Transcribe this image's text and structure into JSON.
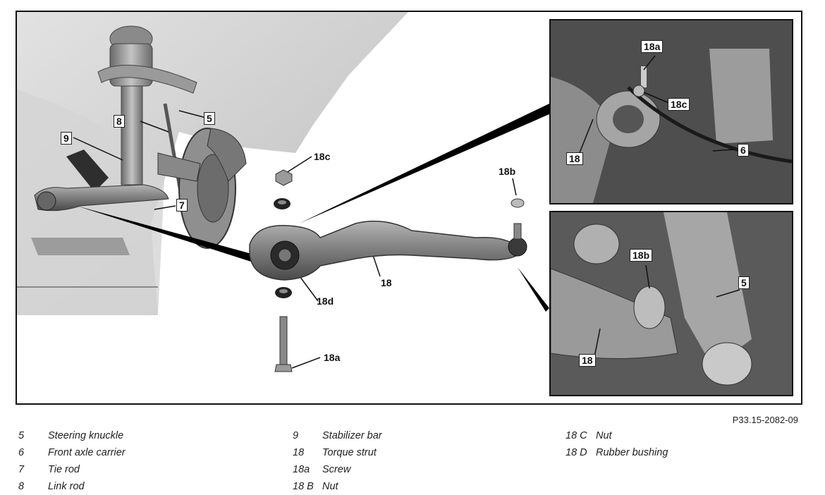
{
  "callouts": {
    "c5": "5",
    "c8": "8",
    "c9": "9",
    "c7": "7",
    "c18c": "18c",
    "c18b": "18b",
    "c18": "18",
    "c18d": "18d",
    "c18a": "18a",
    "inset_top": {
      "c18a": "18a",
      "c18c": "18c",
      "c18": "18",
      "c6": "6"
    },
    "inset_bottom": {
      "c18b": "18b",
      "c5": "5",
      "c18": "18"
    }
  },
  "figure_id": "P33.15-2082-09",
  "legend": [
    {
      "num": "5",
      "text": "Steering knuckle"
    },
    {
      "num": "6",
      "text": "Front axle carrier"
    },
    {
      "num": "7",
      "text": "Tie rod"
    },
    {
      "num": "8",
      "text": "Link rod"
    },
    {
      "num": "9",
      "text": "Stabilizer bar"
    },
    {
      "num": "18",
      "text": "Torque strut"
    },
    {
      "num": "18a",
      "text": "Screw"
    },
    {
      "num": "18 B",
      "text": "Nut"
    },
    {
      "num": "18 C",
      "text": "Nut"
    },
    {
      "num": "18 D",
      "text": "Rubber bushing"
    }
  ],
  "colors": {
    "frame": "#111111",
    "body_shading": "#cfcfcf",
    "part_metal": "#8a8a8a",
    "inset_photo": "#5a5a5a"
  }
}
